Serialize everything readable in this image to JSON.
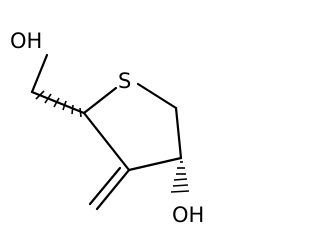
{
  "molecule": {
    "atoms": {
      "hydroxymethyl_oxygen": "OH",
      "ring_sulfur": "S",
      "ring_hydroxyl": "OH"
    },
    "bond_color": "#000000",
    "wedge_color": "#000000"
  }
}
